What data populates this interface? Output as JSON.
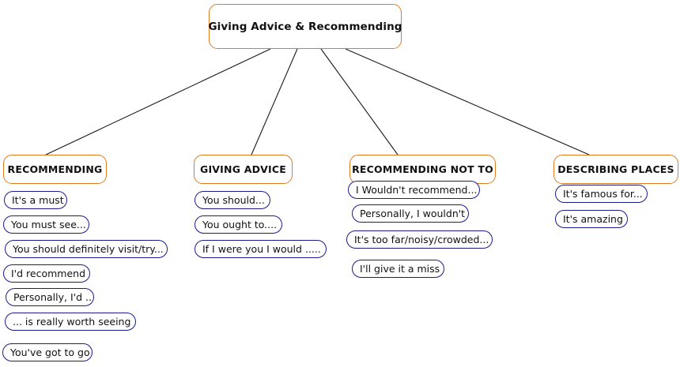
{
  "diagram": {
    "type": "mind-map",
    "root": {
      "label": "Giving Advice & Recommending",
      "border_color": "#E07B20"
    },
    "leaf_border_color": "#1B1B8F",
    "background_color": "#FFFFFF",
    "branches": [
      {
        "label": "RECOMMENDING",
        "items": [
          "It's a must",
          "You must see...",
          "You should definitely visit/try...",
          "I'd recommend",
          "Personally, I'd ..",
          "... is really worth seeing",
          "You've got to go"
        ]
      },
      {
        "label": "GIVING ADVICE",
        "items": [
          "You should...",
          "You ought to....",
          "If I were you I would ....."
        ]
      },
      {
        "label": "RECOMMENDING NOT TO",
        "items": [
          "I Wouldn't recommend...",
          "Personally, I wouldn't",
          "It's too far/noisy/crowded...",
          "I'll give it a miss"
        ]
      },
      {
        "label": "DESCRIBING PLACES",
        "items": [
          "It's famous for...",
          "It's amazing"
        ]
      }
    ]
  }
}
